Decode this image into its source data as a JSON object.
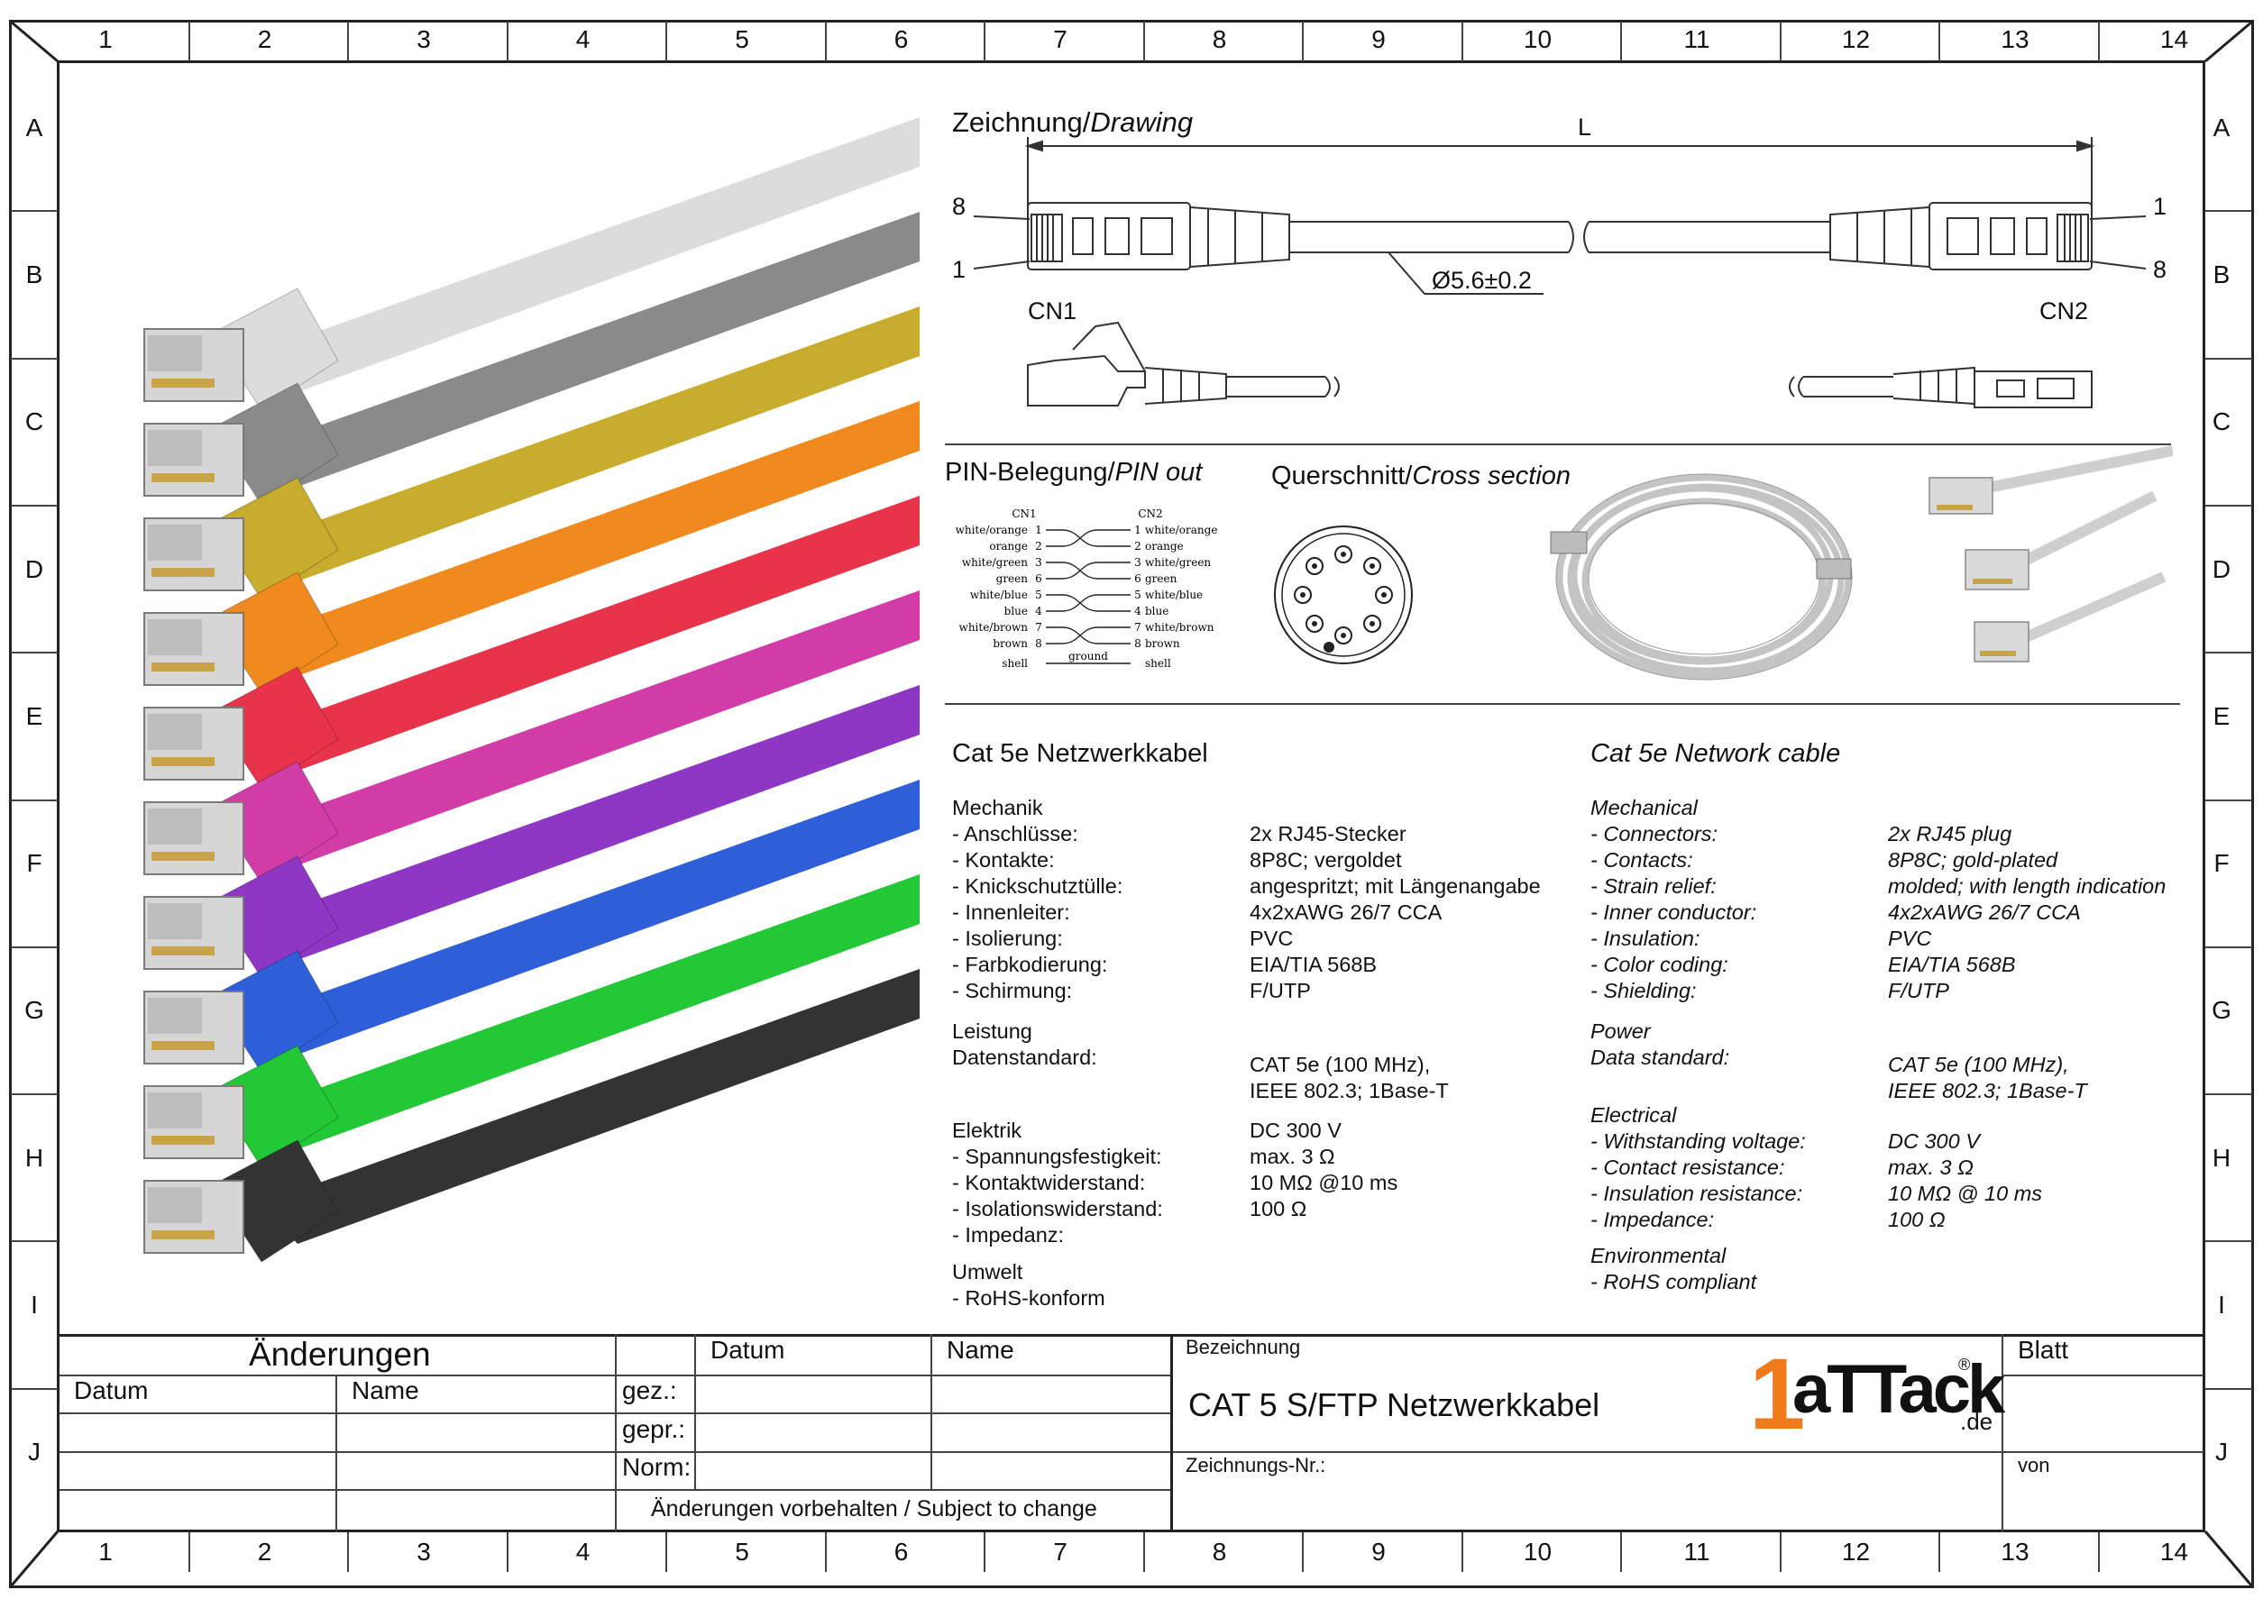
{
  "grid": {
    "columns": [
      "1",
      "2",
      "3",
      "4",
      "5",
      "6",
      "7",
      "8",
      "9",
      "10",
      "11",
      "12",
      "13",
      "14"
    ],
    "rows": [
      "A",
      "B",
      "C",
      "D",
      "E",
      "F",
      "G",
      "H",
      "I",
      "J"
    ]
  },
  "drawing": {
    "title_de": "Zeichnung/",
    "title_en": "Drawing",
    "length_label": "L",
    "diameter_label": "Ø5.6±0.2",
    "cn1_label": "CN1",
    "cn2_label": "CN2",
    "pin8_left": "8",
    "pin1_left": "1",
    "pin1_right": "1",
    "pin8_right": "8"
  },
  "pinout": {
    "title_de": "PIN-Belegung/",
    "title_en": "PIN out",
    "cn1": "CN1",
    "cn2": "CN2",
    "left": [
      "white/orange",
      "orange",
      "white/green",
      "green",
      "white/blue",
      "blue",
      "white/brown",
      "brown",
      "shell"
    ],
    "right": [
      "white/orange",
      "orange",
      "white/green",
      "green",
      "white/blue",
      "blue",
      "white/brown",
      "brown",
      "shell"
    ],
    "numbers": [
      "1",
      "2",
      "3",
      "6",
      "5",
      "4",
      "7",
      "8"
    ],
    "ground": "ground"
  },
  "cross_section": {
    "title_de": "Querschnitt/",
    "title_en": "Cross section"
  },
  "cable_colors": [
    "#dcdcdc",
    "#8a8a8a",
    "#c8ac2e",
    "#f08a1e",
    "#e8344a",
    "#d23ca6",
    "#8d37c4",
    "#2f5fd8",
    "#22c835",
    "#333333"
  ],
  "spec_de": {
    "title": "Cat 5e Netzwerkkabel",
    "mech_head": "Mechanik",
    "mech": [
      [
        "- Anschlüsse:",
        "2x RJ45-Stecker"
      ],
      [
        "- Kontakte:",
        "8P8C; vergoldet"
      ],
      [
        "- Knickschutztülle:",
        "angespritzt; mit Längenangabe"
      ],
      [
        "- Innenleiter:",
        "4x2xAWG 26/7 CCA"
      ],
      [
        "- Isolierung:",
        "PVC"
      ],
      [
        "- Farbkodierung:",
        "EIA/TIA 568B"
      ],
      [
        "- Schirmung:",
        "F/UTP"
      ]
    ],
    "power_head": "Leistung",
    "data_label": "Datenstandard:",
    "data_value1": "CAT 5e (100 MHz),",
    "data_value2": "IEEE 802.3; 1Base-T",
    "elec_head": "Elektrik",
    "elec": [
      [
        " - Spannungsfestigkeit:",
        "DC 300 V"
      ],
      [
        " - Kontaktwiderstand:",
        "max. 3 Ω"
      ],
      [
        " - Isolationswiderstand:",
        "10 MΩ @10 ms"
      ],
      [
        " - Impedanz:",
        "100 Ω"
      ]
    ],
    "env_head": "Umwelt",
    "env": "- RoHS-konform"
  },
  "spec_en": {
    "title": "Cat 5e Network cable",
    "mech_head": "Mechanical",
    "mech": [
      [
        "- Connectors:",
        "2x RJ45 plug"
      ],
      [
        "- Contacts:",
        "8P8C; gold-plated"
      ],
      [
        "- Strain relief:",
        "molded; with length indication"
      ],
      [
        "- Inner conductor:",
        "4x2xAWG 26/7 CCA"
      ],
      [
        "- Insulation:",
        "PVC"
      ],
      [
        "- Color coding:",
        "EIA/TIA 568B"
      ],
      [
        "- Shielding:",
        "F/UTP"
      ]
    ],
    "power_head": "Power",
    "data_label": "Data standard:",
    "data_value1": "CAT 5e (100 MHz),",
    "data_value2": "IEEE 802.3; 1Base-T",
    "elec_head": "Electrical",
    "elec": [
      [
        "- Withstanding voltage:",
        "DC 300 V"
      ],
      [
        "- Contact resistance:",
        "max. 3 Ω"
      ],
      [
        "- Insulation resistance:",
        "10 MΩ @ 10 ms"
      ],
      [
        "- Impedance:",
        "100 Ω"
      ]
    ],
    "env_head": "Environmental",
    "env": "- RoHS compliant"
  },
  "title_block": {
    "changes": "Änderungen",
    "datum": "Datum",
    "name": "Name",
    "gez": "gez.:",
    "gepr": "gepr.:",
    "norm": "Norm:",
    "datum2": "Datum",
    "name2": "Name",
    "subject": "Änderungen vorbehalten / Subject to change",
    "bezeichnung": "Bezeichnung",
    "product": "CAT 5 S/FTP Netzwerkkabel",
    "zeichnungsnr": "Zeichnungs-Nr.:",
    "blatt": "Blatt",
    "von": "von",
    "logo_digit": "1",
    "logo_text": "aTTack",
    "logo_reg": "®",
    "logo_tld": ".de"
  }
}
